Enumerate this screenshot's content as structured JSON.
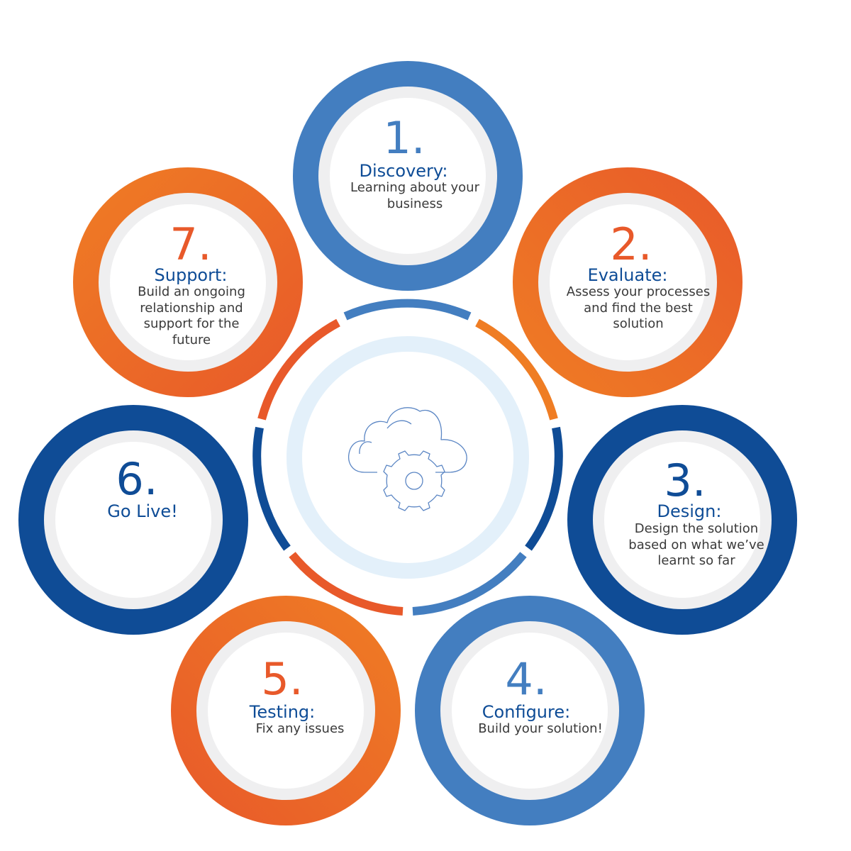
{
  "colors": {
    "light_blue": "#437ec0",
    "dark_blue": "#0f4c96",
    "orange_a": "#e8592a",
    "orange_b": "#ef7d24",
    "title_blue": "#0e4c96",
    "center_ring": "#e3f0fa"
  },
  "steps": [
    {
      "number": "1.",
      "title": "Discovery:",
      "description": "Learning about your\nbusiness",
      "color": "light_blue"
    },
    {
      "number": "2.",
      "title": "Evaluate:",
      "description": "Assess your processes\nand find the best\nsolution",
      "color": "orange"
    },
    {
      "number": "3.",
      "title": "Design:",
      "description": "Design the solution\nbased on what we’ve\nlearnt so far",
      "color": "dark_blue"
    },
    {
      "number": "4.",
      "title": "Configure:",
      "description": "Build your solution!",
      "color": "light_blue"
    },
    {
      "number": "5.",
      "title": "Testing:",
      "description": "Fix any issues",
      "color": "orange"
    },
    {
      "number": "6.",
      "title": "Go Live!",
      "description": "",
      "color": "dark_blue"
    },
    {
      "number": "7.",
      "title": "Support:",
      "description": "Build an ongoing\nrelationship and\nsupport for the\nfuture",
      "color": "orange"
    }
  ],
  "center": {
    "icon": "cloud-gear-icon"
  }
}
